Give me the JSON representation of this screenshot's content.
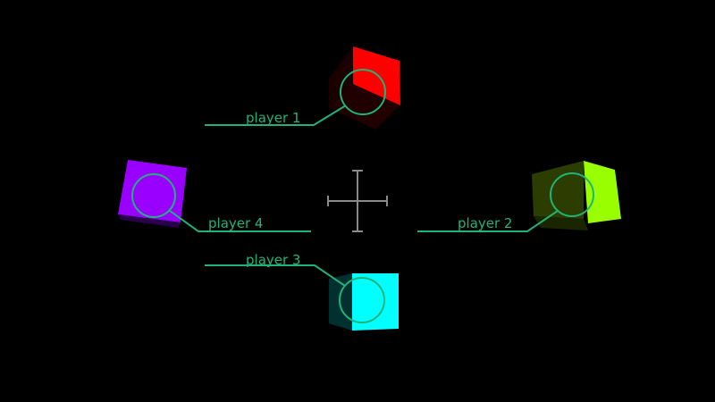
{
  "scene": {
    "background_color": "#000000",
    "hud_color": "#1fb37a",
    "crosshair_color": "#8a8a8a"
  },
  "players": [
    {
      "label": "player 1",
      "color": "#ff0000"
    },
    {
      "label": "player 2",
      "color": "#99ff00"
    },
    {
      "label": "player 3",
      "color": "#00ffff"
    },
    {
      "label": "player 4",
      "color": "#9900ff"
    }
  ]
}
